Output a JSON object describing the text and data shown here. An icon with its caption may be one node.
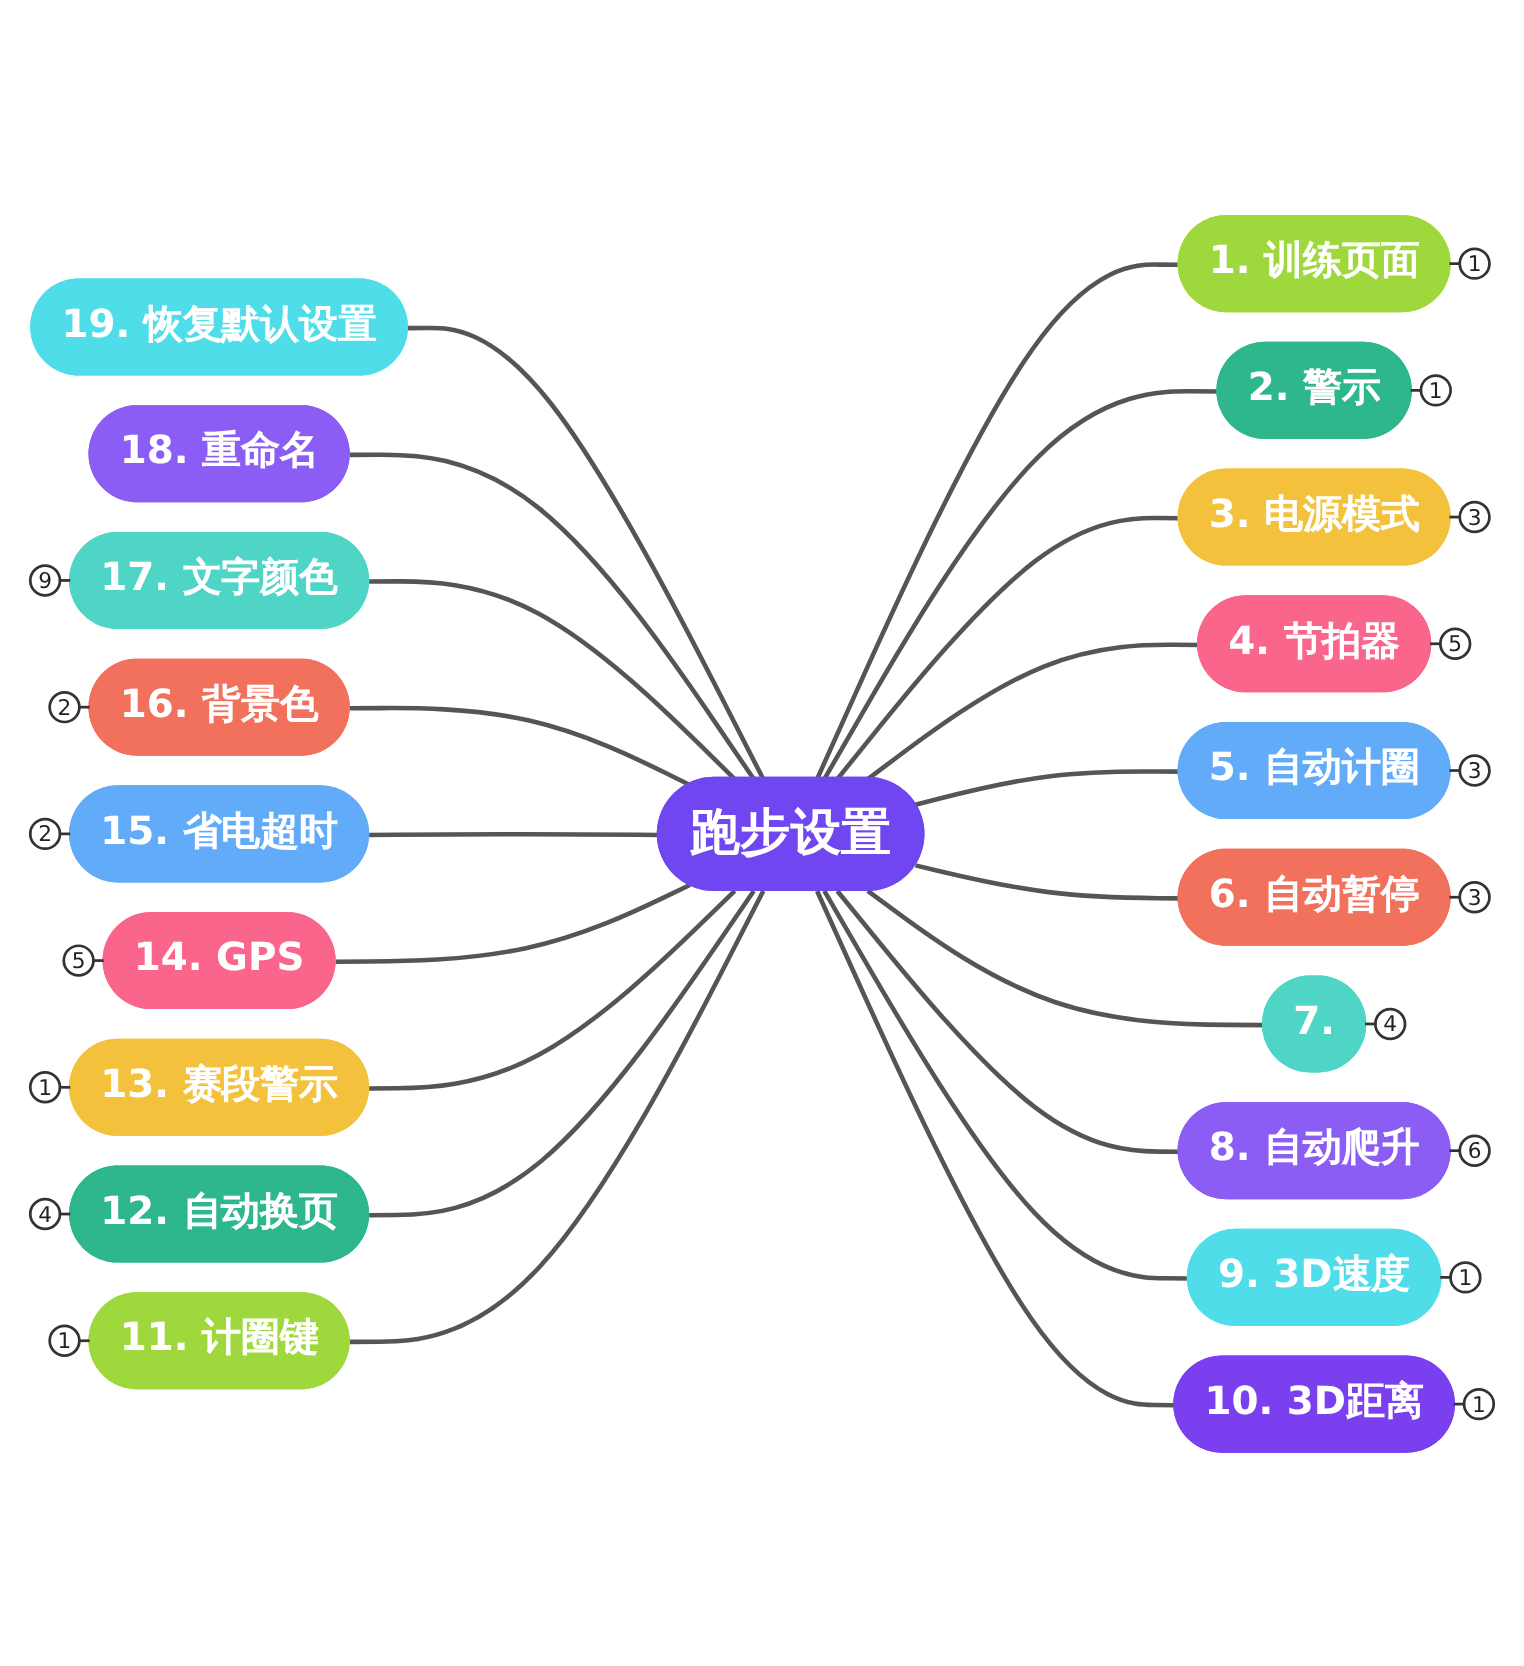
{
  "diagram": {
    "nodes": [
      {
        "text": [
          "跑步设置"
        ]
      },
      {
        "text": [
          "1. 训练页面"
        ],
        "beside": [
          "1"
        ]
      },
      {
        "text": [
          "2. 警示"
        ],
        "beside": [
          "1"
        ]
      },
      {
        "text": [
          "3. 电源模式"
        ],
        "beside": [
          "3"
        ]
      },
      {
        "text": [
          "4. 节拍器"
        ],
        "beside": [
          "5"
        ]
      },
      {
        "text": [
          "5. 自动计圈"
        ],
        "beside": [
          "3"
        ]
      },
      {
        "text": [
          "6. 自动暂停"
        ],
        "beside": [
          "3"
        ]
      },
      {
        "text": [
          "7."
        ],
        "beside": [
          "4"
        ]
      },
      {
        "text": [
          "8. 自动爬升"
        ],
        "beside": [
          "6"
        ]
      },
      {
        "text": [
          "9. 3D速度"
        ],
        "beside": [
          "1"
        ]
      },
      {
        "text": [
          "10. 3D距离"
        ],
        "beside": [
          "1"
        ]
      },
      {
        "text": [
          "11. 计圈键"
        ],
        "beside": [
          "1"
        ]
      },
      {
        "text": [
          "12. 自动换页"
        ],
        "beside": [
          "4"
        ]
      },
      {
        "text": [
          "13. 赛段警示"
        ],
        "beside": [
          "1"
        ]
      },
      {
        "text": [
          "14. GPS"
        ],
        "beside": [
          "5"
        ]
      },
      {
        "text": [
          "15. 省电超时"
        ],
        "beside": [
          "2"
        ]
      },
      {
        "text": [
          "16. 背景色"
        ],
        "beside": [
          "2"
        ]
      },
      {
        "text": [
          "17. 文字颜色"
        ],
        "beside": [
          "9"
        ]
      },
      {
        "text": [
          "18. 重命名"
        ]
      },
      {
        "text": [
          "19. 恢复默认设置"
        ]
      }
    ],
    "edges": [
      {
        "from": 0,
        "to": 1,
        "arrow": "none"
      },
      {
        "from": 0,
        "to": 2,
        "arrow": "none"
      },
      {
        "from": 0,
        "to": 3,
        "arrow": "none"
      },
      {
        "from": 0,
        "to": 4,
        "arrow": "none"
      },
      {
        "from": 0,
        "to": 5,
        "arrow": "none"
      },
      {
        "from": 0,
        "to": 6,
        "arrow": "none"
      },
      {
        "from": 0,
        "to": 7,
        "arrow": "none"
      },
      {
        "from": 0,
        "to": 8,
        "arrow": "none"
      },
      {
        "from": 0,
        "to": 9,
        "arrow": "none"
      },
      {
        "from": 0,
        "to": 10,
        "arrow": "none"
      },
      {
        "from": 0,
        "to": 19,
        "arrow": "none"
      },
      {
        "from": 0,
        "to": 18,
        "arrow": "none"
      },
      {
        "from": 0,
        "to": 17,
        "arrow": "none"
      },
      {
        "from": 0,
        "to": 16,
        "arrow": "none"
      },
      {
        "from": 0,
        "to": 15,
        "arrow": "none"
      },
      {
        "from": 0,
        "to": 14,
        "arrow": "none"
      },
      {
        "from": 0,
        "to": 13,
        "arrow": "none"
      },
      {
        "from": 0,
        "to": 12,
        "arrow": "none"
      },
      {
        "from": 0,
        "to": 11,
        "arrow": "none"
      }
    ]
  }
}
